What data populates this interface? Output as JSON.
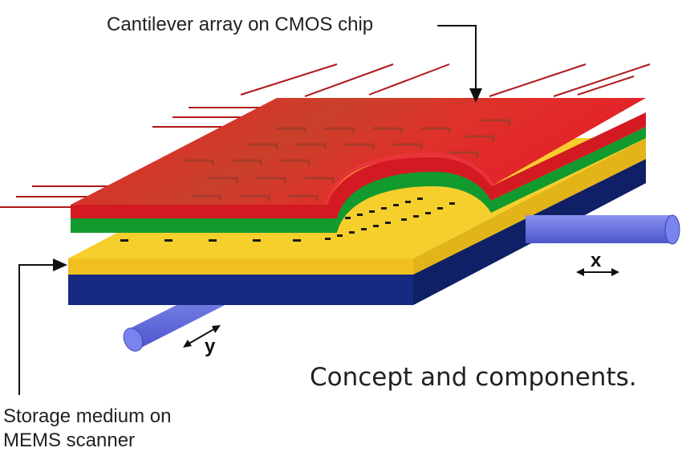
{
  "labels": {
    "cantilever": "Cantilever array on CMOS chip",
    "storage_line1": "Storage medium on",
    "storage_line2": "MEMS scanner",
    "caption": "Concept and components.",
    "axis_x": "x",
    "axis_y": "y"
  },
  "colors": {
    "chip_red": "#dc1c24",
    "chip_green": "#129a2e",
    "medium_yellow": "#f7cf2c",
    "base_blue": "#152a80",
    "rod_blue": "#6470e2",
    "tips": "#1a1a1a"
  },
  "icons": [
    "arrow-icon",
    "double-arrow-icon"
  ]
}
